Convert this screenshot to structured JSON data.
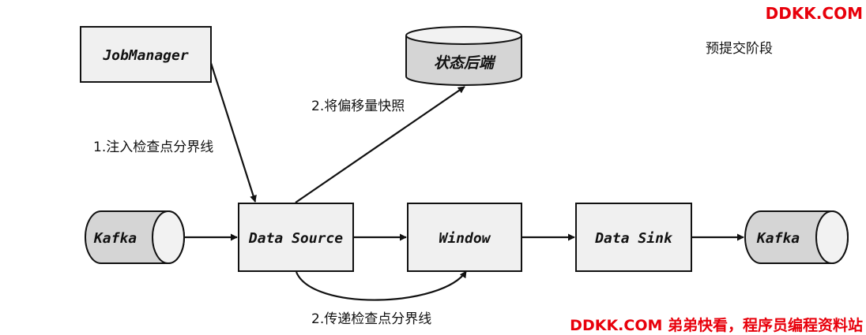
{
  "nodes": {
    "job_manager": "JobManager",
    "state_backend": "状态后端",
    "kafka_source": "Kafka",
    "data_source": "Data Source",
    "window": "Window",
    "data_sink": "Data Sink",
    "kafka_sink": "Kafka"
  },
  "edges": {
    "inject_barrier": "1.注入检查点分界线",
    "snapshot_offsets": "2.将偏移量快照",
    "forward_barrier": "2.传递检查点分界线"
  },
  "stage": "预提交阶段",
  "watermarks": {
    "top_right": "DDKK.COM",
    "bottom_right": "DDKK.COM 弟弟快看，程序员编程资料站"
  },
  "colors": {
    "box_fill": "#f0f0f0",
    "cylinder_fill": "#d5d5d5",
    "watermark": "#e8000b"
  }
}
